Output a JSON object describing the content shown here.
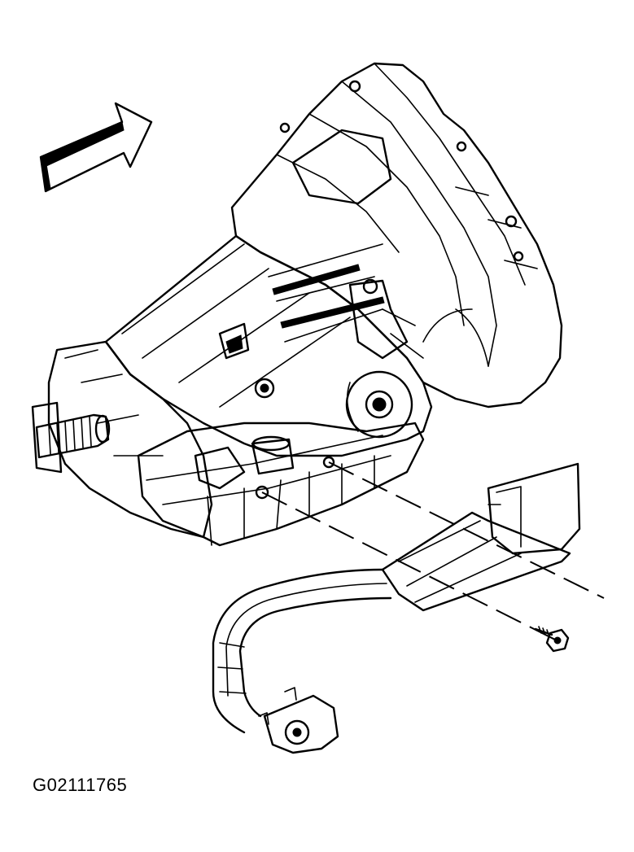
{
  "figure": {
    "code": "G02111765",
    "icons": {
      "direction_arrow": "front-direction-arrow-icon",
      "transmission": "transmission-assembly",
      "harness": "wiring-harness-bracket",
      "bolt": "bolt-icon",
      "connector": "harness-connector"
    }
  }
}
